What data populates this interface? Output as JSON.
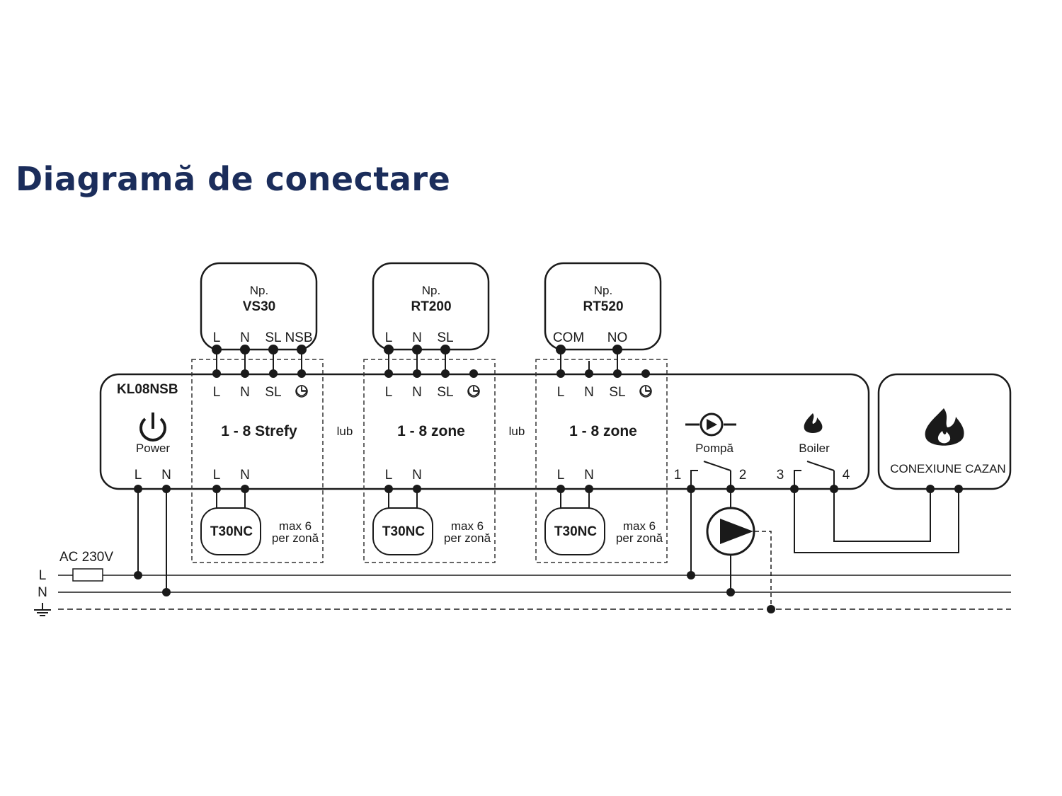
{
  "title": "Diagramă de conectare",
  "devices": [
    {
      "np": "Np.",
      "model": "VS30",
      "terminals": [
        "L",
        "N",
        "SL",
        "NSB"
      ]
    },
    {
      "np": "Np.",
      "model": "RT200",
      "terminals": [
        "L",
        "N",
        "SL"
      ]
    },
    {
      "np": "Np.",
      "model": "RT520",
      "terminals": [
        "COM",
        "NO"
      ]
    }
  ],
  "controller": {
    "name": "KL08NSB",
    "power_label": "Power",
    "power_terminals": [
      "L",
      "N"
    ],
    "zone_terminals_top": [
      "L",
      "N",
      "SL"
    ],
    "zone_terminals_bottom": [
      "L",
      "N"
    ],
    "zones": [
      "1 - 8 Strefy",
      "1 - 8 zone",
      "1 - 8 zone"
    ],
    "separator": "lub",
    "pump_label": "Pompă",
    "boiler_label": "Boiler",
    "relay_numbers": [
      "1",
      "2",
      "3",
      "4"
    ]
  },
  "sensor": {
    "model": "T30NC",
    "note_line1": "max 6",
    "note_line2": "per zonă"
  },
  "boiler_box": {
    "label": "CONEXIUNE CAZAN"
  },
  "supply": {
    "voltage": "AC 230V",
    "lines": [
      "L",
      "N"
    ]
  },
  "icons": [
    "power-icon",
    "clock-icon",
    "pump-symbol-icon",
    "flame-icon",
    "boiler-flame-icon",
    "pump-icon",
    "ground-icon",
    "fuse-icon"
  ],
  "colors": {
    "title": "#1b2d5b",
    "line": "#1a1a1a"
  }
}
